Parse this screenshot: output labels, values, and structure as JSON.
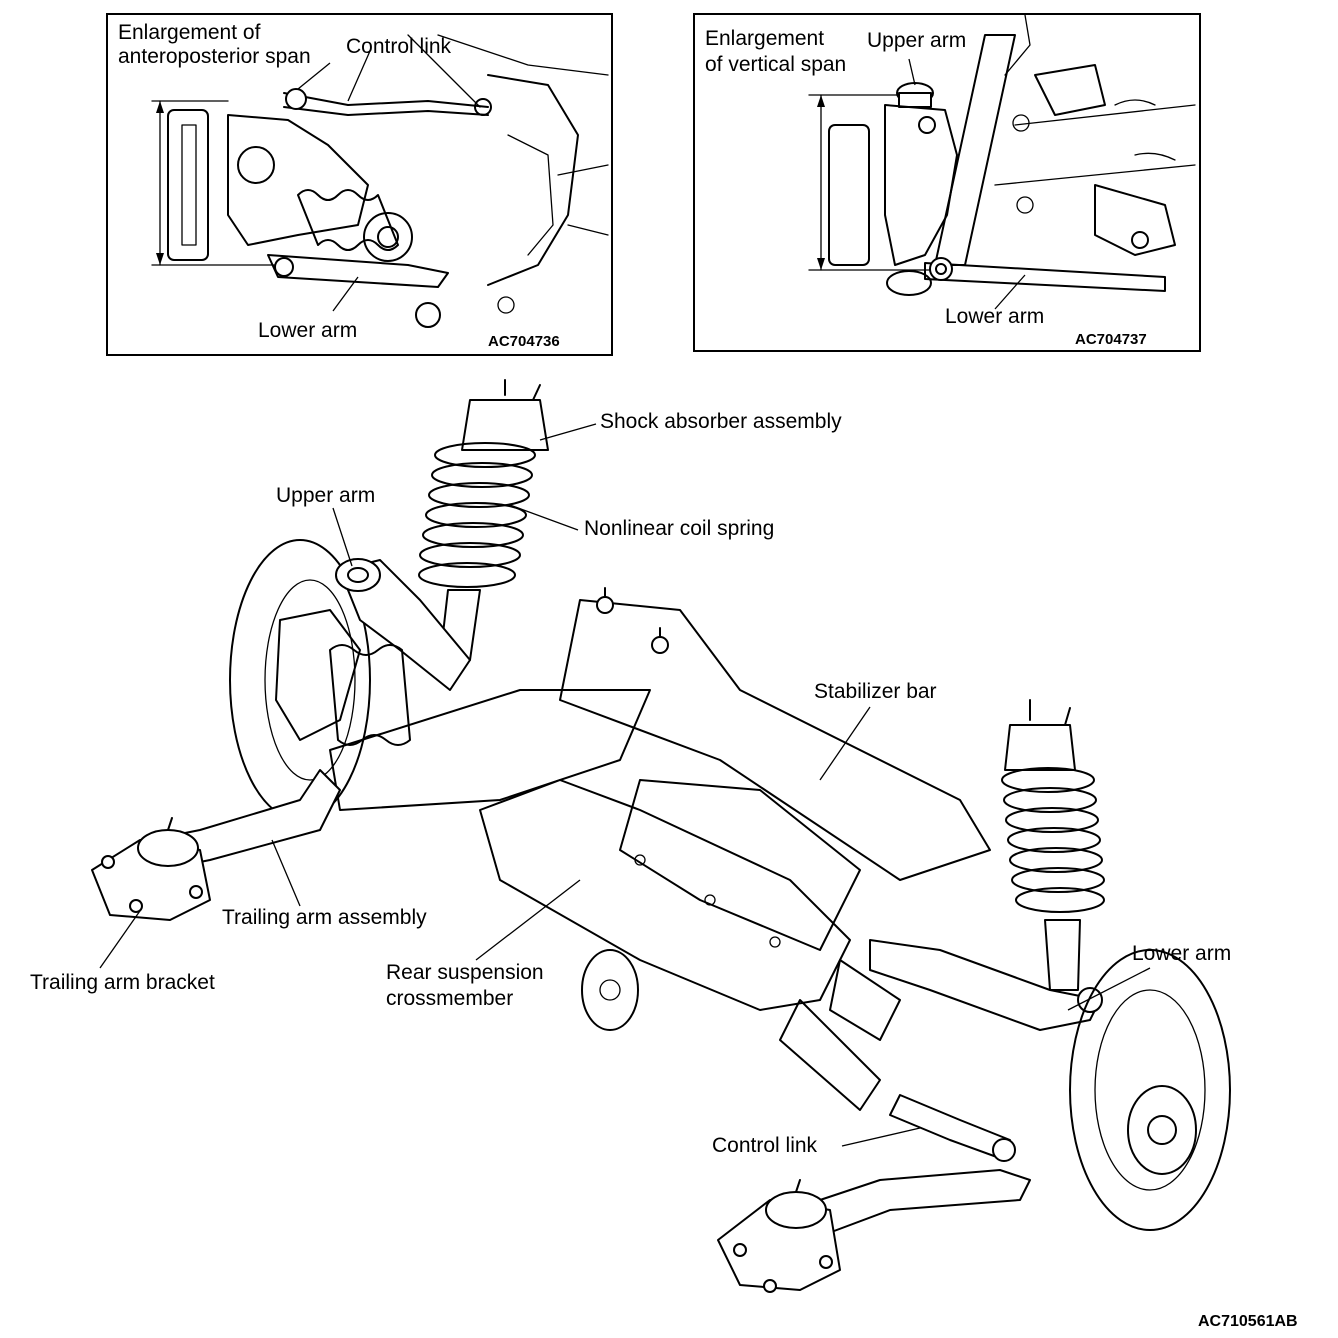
{
  "inset_left": {
    "title_line1": "Enlargement of",
    "title_line2": "anteroposterior span",
    "control_link_label": "Control link",
    "lower_arm_label": "Lower arm",
    "figure_code": "AC704736"
  },
  "inset_right": {
    "title_line1": "Enlargement",
    "title_line2": "of vertical span",
    "upper_arm_label": "Upper arm",
    "lower_arm_label": "Lower arm",
    "figure_code": "AC704737"
  },
  "main": {
    "labels": {
      "shock_absorber": "Shock absorber assembly",
      "upper_arm": "Upper arm",
      "coil_spring": "Nonlinear coil spring",
      "stabilizer_bar": "Stabilizer bar",
      "trailing_arm_assembly": "Trailing arm assembly",
      "trailing_arm_bracket": "Trailing arm bracket",
      "crossmember_line1": "Rear suspension",
      "crossmember_line2": "crossmember",
      "lower_arm": "Lower arm",
      "control_link": "Control link"
    },
    "figure_code": "AC710561AB"
  }
}
